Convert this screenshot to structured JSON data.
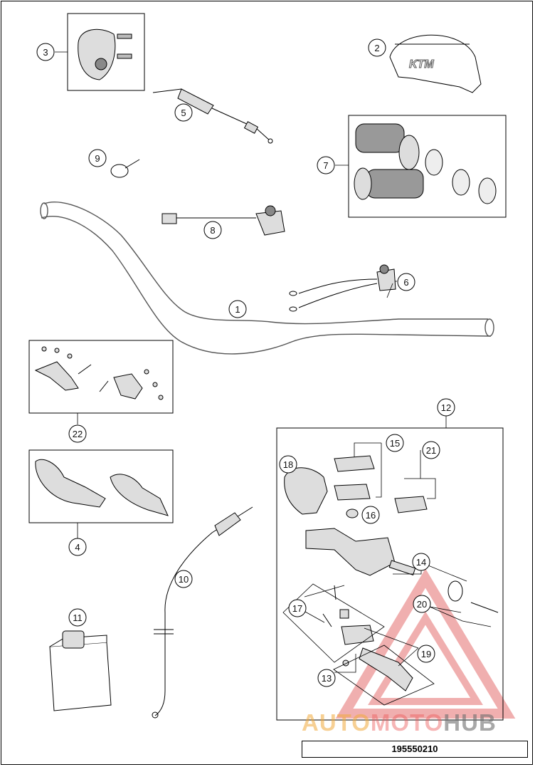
{
  "diagram": {
    "part_numbers": [
      "1",
      "2",
      "3",
      "4",
      "5",
      "6",
      "7",
      "8",
      "9",
      "10",
      "11",
      "12",
      "13",
      "14",
      "15",
      "16",
      "17",
      "18",
      "19",
      "20",
      "21",
      "22"
    ],
    "document_number": "195550210",
    "watermark": {
      "part1": "AUTO",
      "part2": "MOTO",
      "part3": "HUB"
    },
    "colors": {
      "line": "#000000",
      "watermark_red": "#e05050",
      "watermark_orange": "#f0a030",
      "watermark_gray": "#6e6e6e"
    }
  }
}
